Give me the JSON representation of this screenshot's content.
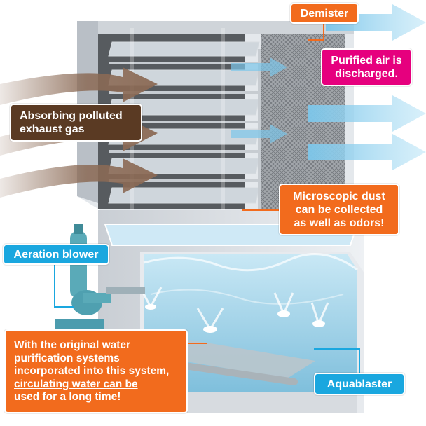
{
  "colors": {
    "orange": "#f26b1d",
    "pink": "#e6007e",
    "brown": "#5a3a23",
    "cyan": "#1aa7df",
    "exhaust_gas_arrow": "#8b6a55",
    "purified_air_arrow": "#a9dcf2",
    "housing_gray": "#d9dde2",
    "water_blue": "#9fd3ea"
  },
  "icons": {
    "exhaust_arrows": "arrow-right-icon",
    "purified_arrows": "arrow-right-icon"
  },
  "labels": {
    "demister": "Demister",
    "purified_air": [
      "Purified air is",
      "discharged."
    ],
    "absorbing": [
      "Absorbing polluted",
      "exhaust gas"
    ],
    "dust": [
      "Microscopic dust",
      "can be collected",
      "as well as odors!"
    ],
    "aeration_blower": "Aeration blower",
    "aquablaster": "Aquablaster",
    "water": [
      "With the original water",
      "purification systems",
      "incorporated into this system,",
      "circulating water can be",
      "used for a long time!"
    ]
  }
}
